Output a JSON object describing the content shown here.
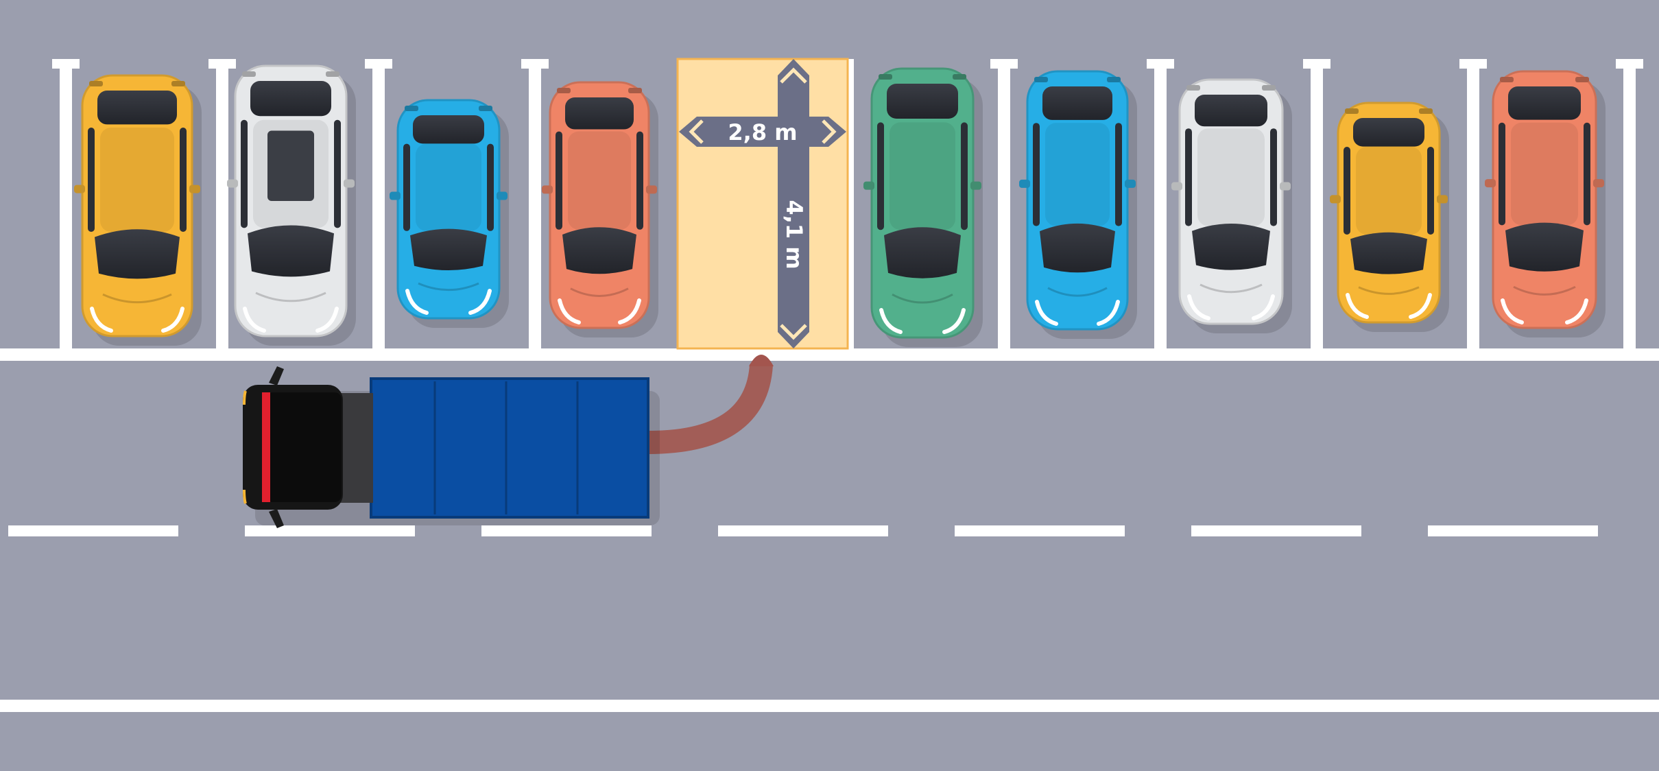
{
  "scene": {
    "background_color": "#9b9eae",
    "line_color": "#ffffff",
    "free_spot_color": "#ffdfa5",
    "free_spot_border_color": "#f4b451",
    "dimension_arrow_color": "#6b6f87",
    "path_color": "#a3554e"
  },
  "dimensions": {
    "width_label": "2,8 m",
    "length_label": "4,1 m"
  },
  "parked_cars": [
    {
      "id": "car-1",
      "color": "#f6b636",
      "kind": "hatchback"
    },
    {
      "id": "car-2",
      "color": "#e6e8ea",
      "kind": "suv"
    },
    {
      "id": "car-3",
      "color": "#26aee6",
      "kind": "compact"
    },
    {
      "id": "car-4",
      "color": "#ef8466",
      "kind": "compact"
    },
    {
      "id": "car-5",
      "color": "#52b08c",
      "kind": "sedan"
    },
    {
      "id": "car-6",
      "color": "#26aee6",
      "kind": "wagon"
    },
    {
      "id": "car-7",
      "color": "#e6e8ea",
      "kind": "sedan"
    },
    {
      "id": "car-8",
      "color": "#f6b636",
      "kind": "compact"
    },
    {
      "id": "car-9",
      "color": "#ef8466",
      "kind": "wagon"
    }
  ],
  "truck": {
    "cab_color": "#161616",
    "cargo_color": "#0a4ea3",
    "accent_color": "#e2202e"
  },
  "icons": {
    "dimension_arrows": "double-headed-arrow-icon",
    "maneuver_path": "curved-path-arrow-icon"
  }
}
